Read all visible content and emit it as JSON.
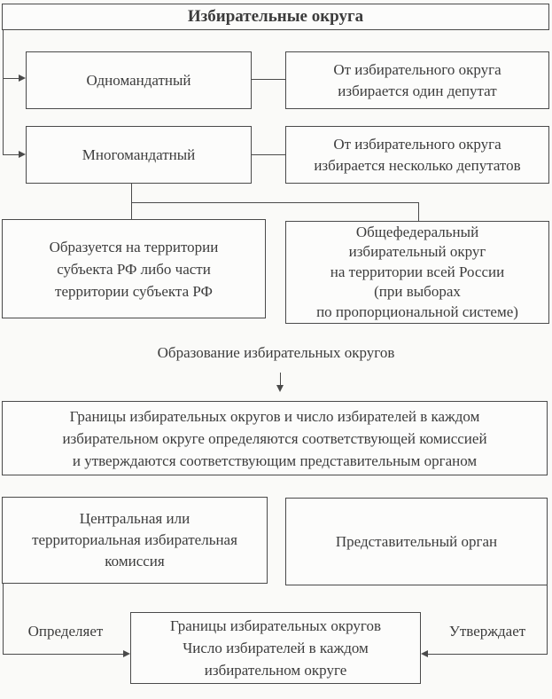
{
  "diagram": {
    "title": "Избирательные округа",
    "colors": {
      "line": "#4a4a4a",
      "text": "#3c3c3c",
      "background": "#fafaf8",
      "box_background": "#fcfcfb"
    },
    "types": {
      "single": {
        "label": "Одномандатный",
        "description_lines": [
          "От избирательного округа",
          "избирается один депутат"
        ]
      },
      "multi": {
        "label": "Многомандатный",
        "description_lines": [
          "От избирательного округа",
          "избирается несколько депутатов"
        ]
      }
    },
    "territorial": {
      "lines": [
        "Образуется на территории",
        "субъекта РФ либо части",
        "территории субъекта РФ"
      ]
    },
    "federal": {
      "lines": [
        "Общефедеральный",
        "избирательный округ",
        "на территории всей России",
        "(при выборах",
        "по пропорциональной системе)"
      ]
    },
    "formation": {
      "heading": "Образование избирательных округов",
      "rule_lines": [
        "Границы избирательных округов и число избирателей в каждом",
        "избирательном округе определяются соответствующей комиссией",
        "и утверждаются соответствующим представительным органом"
      ]
    },
    "commission": {
      "lines": [
        "Центральная или",
        "территориальная избирательная",
        "комиссия"
      ]
    },
    "organ": {
      "label": "Представительный орган"
    },
    "actions": {
      "defines": "Определяет",
      "approves": "Утверждает",
      "object_lines": [
        "Границы избирательных округов",
        "Число избирателей в каждом",
        "избирательном округе"
      ]
    }
  }
}
